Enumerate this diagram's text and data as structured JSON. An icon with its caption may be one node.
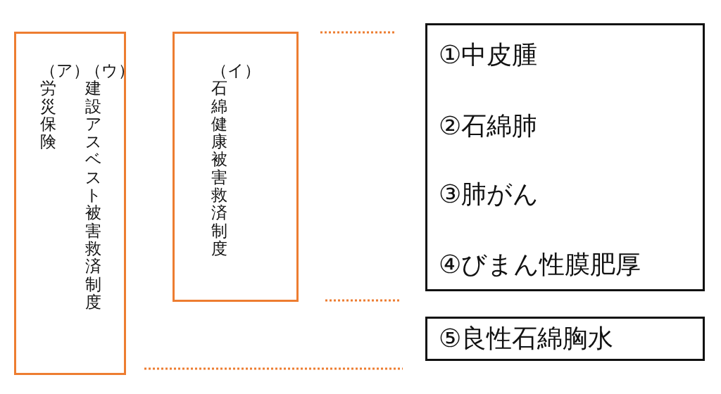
{
  "diagram": {
    "nodes": [
      {
        "text": [
          "（ア）労災保険",
          "（ウ）建設アスベスト被害救済制度"
        ]
      },
      {
        "text": [
          "（イ）石綿健康被害救済制度"
        ]
      },
      {
        "text": [
          "①中皮腫",
          "②石綿肺",
          "③肺がん",
          "④びまん性膜肥厚"
        ]
      },
      {
        "text": [
          "⑤良性石綿胸水"
        ]
      }
    ]
  }
}
